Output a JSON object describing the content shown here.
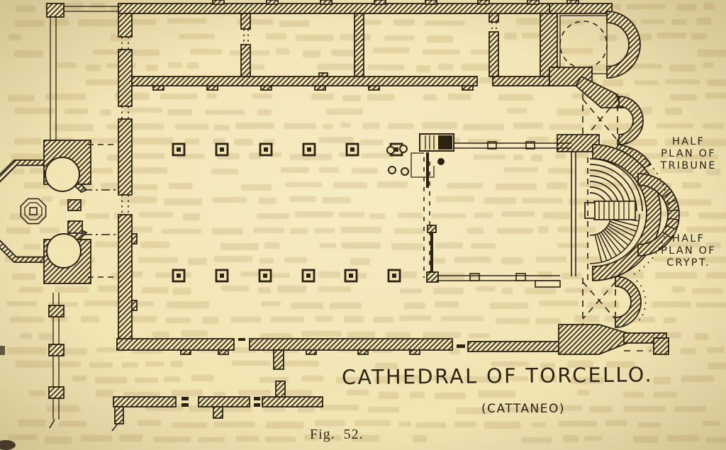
{
  "figure": {
    "title": "CATHEDRAL OF TORCELLO.",
    "attribution": "(CATTANEO)",
    "caption": "Fig. 52.",
    "annotations": {
      "tribune": {
        "line1": "HALF",
        "line2": "PLAN OF",
        "line3": "TRIBUNE"
      },
      "crypt": {
        "line1": "HALF",
        "line2": "PLAN OF",
        "line3": "CRYPT."
      }
    },
    "colors": {
      "paper": "#f2e5b4",
      "ink": "#2b2214"
    }
  }
}
